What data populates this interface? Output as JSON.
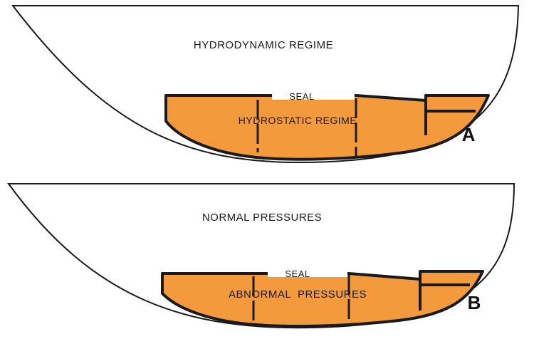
{
  "colors": {
    "zone_fill": "#f39a3c",
    "outline": "#1a1a1a",
    "background": "#ffffff"
  },
  "panels": [
    {
      "upper_label": "HYDRODYNAMIC REGIME",
      "seal_label": "SEAL",
      "lower_label": "HYDROSTATIC REGIME",
      "panel_letter": "A"
    },
    {
      "upper_label": "NORMAL PRESSURES",
      "seal_label": "SEAL",
      "lower_label": "ABNORMAL  PRESSURES",
      "panel_letter": "B"
    }
  ]
}
